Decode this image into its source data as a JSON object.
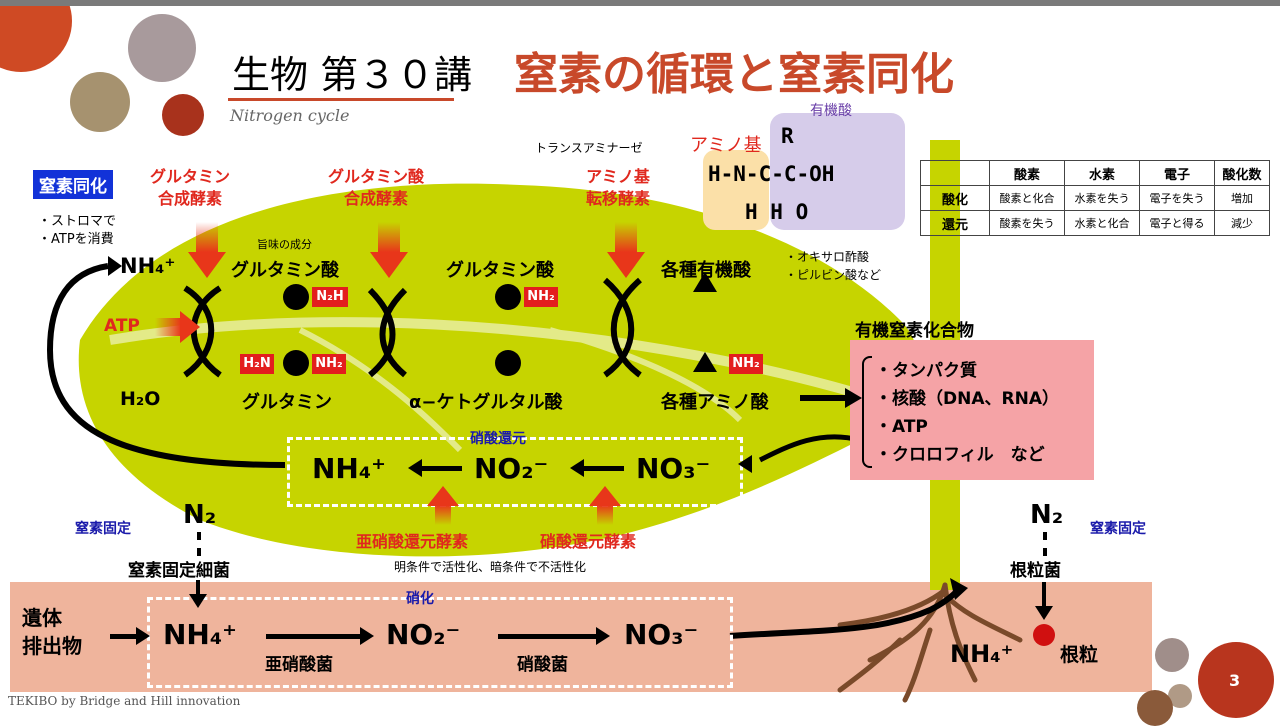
{
  "slide": {
    "title_prefix": "生物 第３０講",
    "title_main": "窒素の循環と窒素同化",
    "subtitle": "Nitrogen cycle",
    "footer": "TEKIBO  by Bridge and Hill innovation",
    "page_number": "3"
  },
  "colors": {
    "accent": "#c8492a",
    "leaf": "#c6d400",
    "soil": "#efb49c",
    "pink": "#f5a3a6",
    "red": "#e0281e",
    "blue": "#1a1aaa"
  },
  "assimilation": {
    "label": "窒素同化",
    "notes": [
      "・ストロマで",
      "・ATPを消費"
    ],
    "enzyme_gs": "グルタミン\n合成酵素",
    "enzyme_gogat": "グルタミン酸\n合成酵素",
    "enzyme_transaminase": "アミノ基\n転移酵素",
    "umami_note": "旨味の成分",
    "nh4": "NH₄⁺",
    "atp": "ATP",
    "h2o": "H₂O",
    "glutamate_1": "グルタミン酸",
    "glutamine": "グルタミン",
    "glutamate_2": "グルタミン酸",
    "ketoglutarate": "α−ケトグルタル酸",
    "organic_acids": "各種有機酸",
    "amino_acids": "各種アミノ酸",
    "acid_examples": [
      "・オキサロ酢酸",
      "・ピルビン酸など"
    ],
    "tag_n2h": "N₂H",
    "tag_h2n": "H₂N",
    "tag_nh2_a": "NH₂",
    "tag_nh2_b": "NH₂",
    "tag_nh2_c": "NH₂"
  },
  "amino_structure": {
    "transaminase_label": "トランスアミナーゼ",
    "amino_group_label": "アミノ基",
    "organic_acid_label": "有機酸",
    "row1": "R",
    "row2": "H-N-C-C-OH",
    "row3": "H   H   O"
  },
  "redox_table": {
    "headers": [
      "",
      "酸素",
      "水素",
      "電子",
      "酸化数"
    ],
    "rows": [
      [
        "酸化",
        "酸素と化合",
        "水素を失う",
        "電子を失う",
        "増加"
      ],
      [
        "還元",
        "酸素を失う",
        "水素と化合",
        "電子と得る",
        "減少"
      ]
    ]
  },
  "organic_nitrogen": {
    "title": "有機窒素化合物",
    "items": [
      "・タンパク質",
      "・核酸（DNA、RNA）",
      "・ATP",
      "・クロロフィル　など"
    ]
  },
  "nitrate_reduction": {
    "label": "硝酸還元",
    "nh4": "NH₄⁺",
    "no2": "NO₂⁻",
    "no3": "NO₃⁻",
    "enzyme_nitrite": "亜硝酸還元酵素",
    "enzyme_nitrate": "硝酸還元酵素",
    "note": "明条件で活性化、暗条件で不活性化"
  },
  "soil": {
    "fixation_left": "窒素固定",
    "fixation_right": "窒素固定",
    "n2_left": "N₂",
    "n2_right": "N₂",
    "fixing_bacteria": "窒素固定細菌",
    "remains": "遺体\n排出物",
    "nitrification": "硝化",
    "nh4": "NH₄⁺",
    "no2": "NO₂⁻",
    "no3": "NO₃⁻",
    "nitrite_bacteria": "亜硝酸菌",
    "nitrate_bacteria": "硝酸菌",
    "root_nh4": "NH₄⁺",
    "rhizobium": "根粒菌",
    "nodule": "根粒"
  }
}
